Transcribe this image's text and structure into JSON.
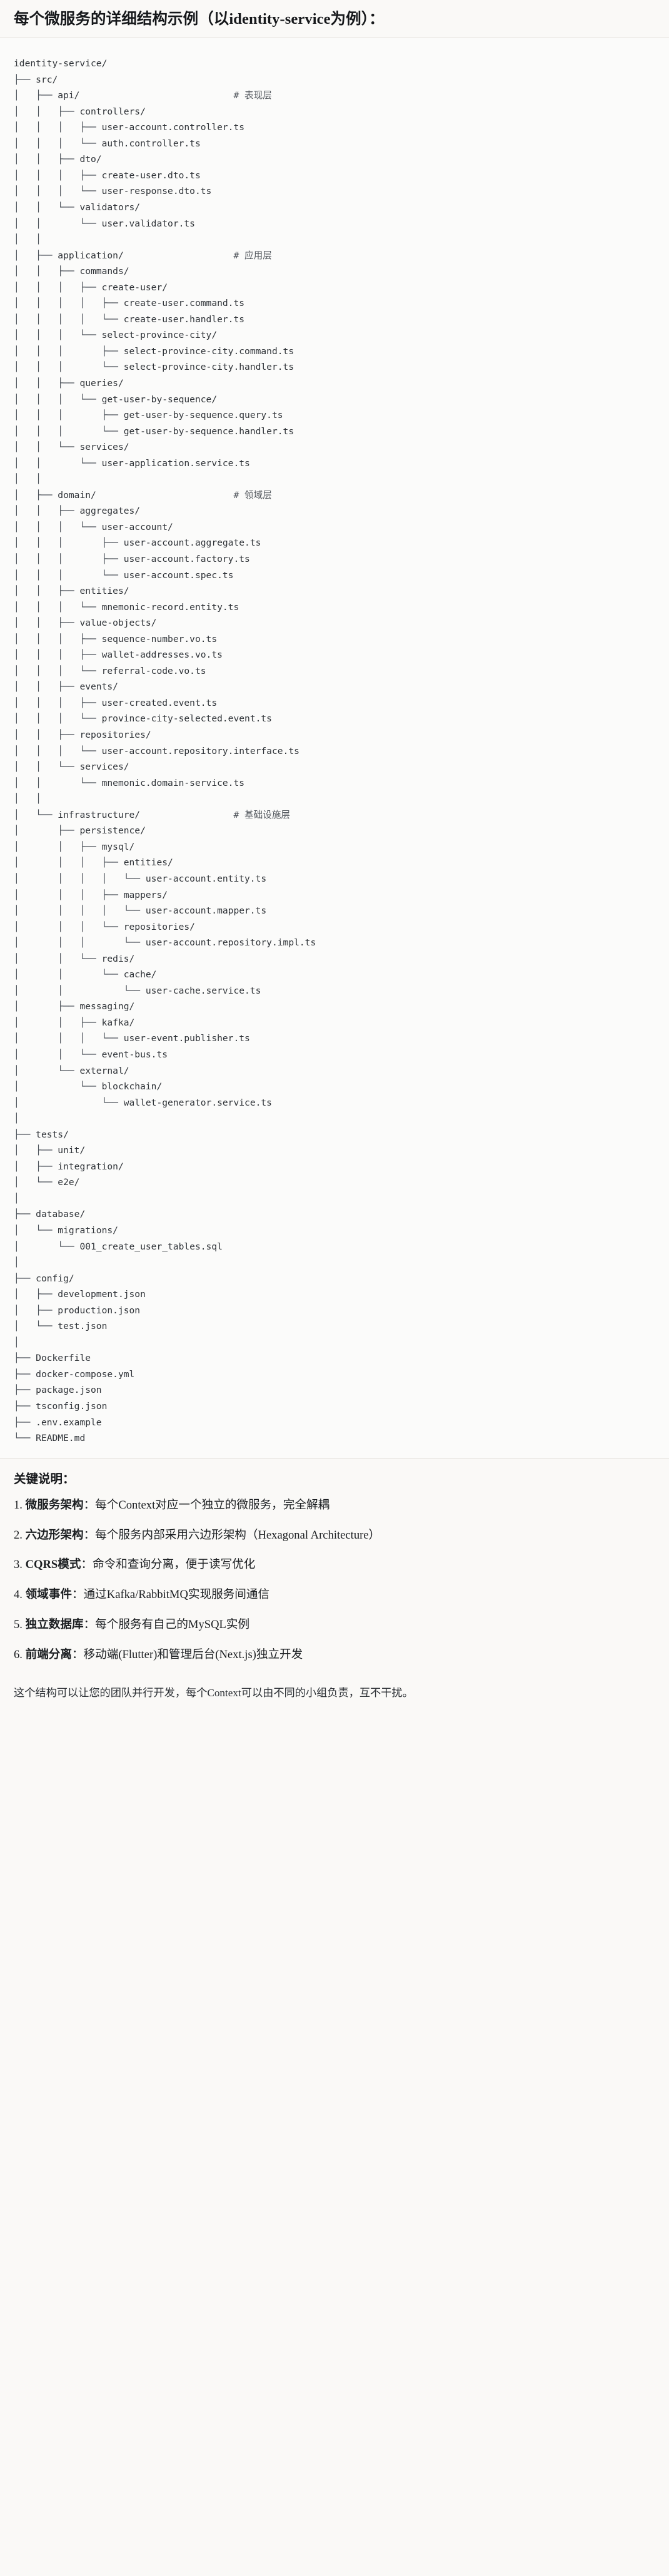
{
  "title": "每个微服务的详细结构示例（以identity-service为例）：",
  "tree": {
    "root": "identity-service/",
    "lines": [
      {
        "prefix": "",
        "name": "identity-service/",
        "comment": ""
      },
      {
        "prefix": "├── ",
        "name": "src/",
        "comment": ""
      },
      {
        "prefix": "│   ├── ",
        "name": "api/",
        "comment": "# 表现层"
      },
      {
        "prefix": "│   │   ├── ",
        "name": "controllers/",
        "comment": ""
      },
      {
        "prefix": "│   │   │   ├── ",
        "name": "user-account.controller.ts",
        "comment": ""
      },
      {
        "prefix": "│   │   │   └── ",
        "name": "auth.controller.ts",
        "comment": ""
      },
      {
        "prefix": "│   │   ├── ",
        "name": "dto/",
        "comment": ""
      },
      {
        "prefix": "│   │   │   ├── ",
        "name": "create-user.dto.ts",
        "comment": ""
      },
      {
        "prefix": "│   │   │   └── ",
        "name": "user-response.dto.ts",
        "comment": ""
      },
      {
        "prefix": "│   │   └── ",
        "name": "validators/",
        "comment": ""
      },
      {
        "prefix": "│   │       └── ",
        "name": "user.validator.ts",
        "comment": ""
      },
      {
        "prefix": "│   │",
        "name": "",
        "comment": ""
      },
      {
        "prefix": "│   ├── ",
        "name": "application/",
        "comment": "# 应用层"
      },
      {
        "prefix": "│   │   ├── ",
        "name": "commands/",
        "comment": ""
      },
      {
        "prefix": "│   │   │   ├── ",
        "name": "create-user/",
        "comment": ""
      },
      {
        "prefix": "│   │   │   │   ├── ",
        "name": "create-user.command.ts",
        "comment": ""
      },
      {
        "prefix": "│   │   │   │   └── ",
        "name": "create-user.handler.ts",
        "comment": ""
      },
      {
        "prefix": "│   │   │   └── ",
        "name": "select-province-city/",
        "comment": ""
      },
      {
        "prefix": "│   │   │       ├── ",
        "name": "select-province-city.command.ts",
        "comment": ""
      },
      {
        "prefix": "│   │   │       └── ",
        "name": "select-province-city.handler.ts",
        "comment": ""
      },
      {
        "prefix": "│   │   ├── ",
        "name": "queries/",
        "comment": ""
      },
      {
        "prefix": "│   │   │   └── ",
        "name": "get-user-by-sequence/",
        "comment": ""
      },
      {
        "prefix": "│   │   │       ├── ",
        "name": "get-user-by-sequence.query.ts",
        "comment": ""
      },
      {
        "prefix": "│   │   │       └── ",
        "name": "get-user-by-sequence.handler.ts",
        "comment": ""
      },
      {
        "prefix": "│   │   └── ",
        "name": "services/",
        "comment": ""
      },
      {
        "prefix": "│   │       └── ",
        "name": "user-application.service.ts",
        "comment": ""
      },
      {
        "prefix": "│   │",
        "name": "",
        "comment": ""
      },
      {
        "prefix": "│   ├── ",
        "name": "domain/",
        "comment": "# 领域层"
      },
      {
        "prefix": "│   │   ├── ",
        "name": "aggregates/",
        "comment": ""
      },
      {
        "prefix": "│   │   │   └── ",
        "name": "user-account/",
        "comment": ""
      },
      {
        "prefix": "│   │   │       ├── ",
        "name": "user-account.aggregate.ts",
        "comment": ""
      },
      {
        "prefix": "│   │   │       ├── ",
        "name": "user-account.factory.ts",
        "comment": ""
      },
      {
        "prefix": "│   │   │       └── ",
        "name": "user-account.spec.ts",
        "comment": ""
      },
      {
        "prefix": "│   │   ├── ",
        "name": "entities/",
        "comment": ""
      },
      {
        "prefix": "│   │   │   └── ",
        "name": "mnemonic-record.entity.ts",
        "comment": ""
      },
      {
        "prefix": "│   │   ├── ",
        "name": "value-objects/",
        "comment": ""
      },
      {
        "prefix": "│   │   │   ├── ",
        "name": "sequence-number.vo.ts",
        "comment": ""
      },
      {
        "prefix": "│   │   │   ├── ",
        "name": "wallet-addresses.vo.ts",
        "comment": ""
      },
      {
        "prefix": "│   │   │   └── ",
        "name": "referral-code.vo.ts",
        "comment": ""
      },
      {
        "prefix": "│   │   ├── ",
        "name": "events/",
        "comment": ""
      },
      {
        "prefix": "│   │   │   ├── ",
        "name": "user-created.event.ts",
        "comment": ""
      },
      {
        "prefix": "│   │   │   └── ",
        "name": "province-city-selected.event.ts",
        "comment": ""
      },
      {
        "prefix": "│   │   ├── ",
        "name": "repositories/",
        "comment": ""
      },
      {
        "prefix": "│   │   │   └── ",
        "name": "user-account.repository.interface.ts",
        "comment": ""
      },
      {
        "prefix": "│   │   └── ",
        "name": "services/",
        "comment": ""
      },
      {
        "prefix": "│   │       └── ",
        "name": "mnemonic.domain-service.ts",
        "comment": ""
      },
      {
        "prefix": "│   │",
        "name": "",
        "comment": ""
      },
      {
        "prefix": "│   └── ",
        "name": "infrastructure/",
        "comment": "# 基础设施层"
      },
      {
        "prefix": "│       ├── ",
        "name": "persistence/",
        "comment": ""
      },
      {
        "prefix": "│       │   ├── ",
        "name": "mysql/",
        "comment": ""
      },
      {
        "prefix": "│       │   │   ├── ",
        "name": "entities/",
        "comment": ""
      },
      {
        "prefix": "│       │   │   │   └── ",
        "name": "user-account.entity.ts",
        "comment": ""
      },
      {
        "prefix": "│       │   │   ├── ",
        "name": "mappers/",
        "comment": ""
      },
      {
        "prefix": "│       │   │   │   └── ",
        "name": "user-account.mapper.ts",
        "comment": ""
      },
      {
        "prefix": "│       │   │   └── ",
        "name": "repositories/",
        "comment": ""
      },
      {
        "prefix": "│       │   │       └── ",
        "name": "user-account.repository.impl.ts",
        "comment": ""
      },
      {
        "prefix": "│       │   └── ",
        "name": "redis/",
        "comment": ""
      },
      {
        "prefix": "│       │       └── ",
        "name": "cache/",
        "comment": ""
      },
      {
        "prefix": "│       │           └── ",
        "name": "user-cache.service.ts",
        "comment": ""
      },
      {
        "prefix": "│       ├── ",
        "name": "messaging/",
        "comment": ""
      },
      {
        "prefix": "│       │   ├── ",
        "name": "kafka/",
        "comment": ""
      },
      {
        "prefix": "│       │   │   └── ",
        "name": "user-event.publisher.ts",
        "comment": ""
      },
      {
        "prefix": "│       │   └── ",
        "name": "event-bus.ts",
        "comment": ""
      },
      {
        "prefix": "│       └── ",
        "name": "external/",
        "comment": ""
      },
      {
        "prefix": "│           └── ",
        "name": "blockchain/",
        "comment": ""
      },
      {
        "prefix": "│               └── ",
        "name": "wallet-generator.service.ts",
        "comment": ""
      },
      {
        "prefix": "│",
        "name": "",
        "comment": ""
      },
      {
        "prefix": "├── ",
        "name": "tests/",
        "comment": ""
      },
      {
        "prefix": "│   ├── ",
        "name": "unit/",
        "comment": ""
      },
      {
        "prefix": "│   ├── ",
        "name": "integration/",
        "comment": ""
      },
      {
        "prefix": "│   └── ",
        "name": "e2e/",
        "comment": ""
      },
      {
        "prefix": "│",
        "name": "",
        "comment": ""
      },
      {
        "prefix": "├── ",
        "name": "database/",
        "comment": ""
      },
      {
        "prefix": "│   └── ",
        "name": "migrations/",
        "comment": ""
      },
      {
        "prefix": "│       └── ",
        "name": "001_create_user_tables.sql",
        "comment": ""
      },
      {
        "prefix": "│",
        "name": "",
        "comment": ""
      },
      {
        "prefix": "├── ",
        "name": "config/",
        "comment": ""
      },
      {
        "prefix": "│   ├── ",
        "name": "development.json",
        "comment": ""
      },
      {
        "prefix": "│   ├── ",
        "name": "production.json",
        "comment": ""
      },
      {
        "prefix": "│   └── ",
        "name": "test.json",
        "comment": ""
      },
      {
        "prefix": "│",
        "name": "",
        "comment": ""
      },
      {
        "prefix": "├── ",
        "name": "Dockerfile",
        "comment": ""
      },
      {
        "prefix": "├── ",
        "name": "docker-compose.yml",
        "comment": ""
      },
      {
        "prefix": "├── ",
        "name": "package.json",
        "comment": ""
      },
      {
        "prefix": "├── ",
        "name": "tsconfig.json",
        "comment": ""
      },
      {
        "prefix": "├── ",
        "name": ".env.example",
        "comment": ""
      },
      {
        "prefix": "└── ",
        "name": "README.md",
        "comment": ""
      }
    ]
  },
  "notes": {
    "heading": "关键说明：",
    "items": [
      {
        "num": "1. ",
        "lead": "微服务架构",
        "rest": "：每个Context对应一个独立的微服务，完全解耦"
      },
      {
        "num": "2. ",
        "lead": "六边形架构",
        "rest": "：每个服务内部采用六边形架构（Hexagonal Architecture）"
      },
      {
        "num": "3. ",
        "lead": "CQRS模式",
        "rest": "：命令和查询分离，便于读写优化"
      },
      {
        "num": "4. ",
        "lead": "领域事件",
        "rest": "：通过Kafka/RabbitMQ实现服务间通信"
      },
      {
        "num": "5. ",
        "lead": "独立数据库",
        "rest": "：每个服务有自己的MySQL实例"
      },
      {
        "num": "6. ",
        "lead": "前端分离",
        "rest": "：移动端(Flutter)和管理后台(Next.js)独立开发"
      }
    ],
    "closing": "这个结构可以让您的团队并行开发，每个Context可以由不同的小组负责，互不干扰。"
  },
  "colors": {
    "page_bg": "#faf9f7",
    "code_bg": "#fbfbfa",
    "rule": "#e3e0db",
    "text": "#1f2328",
    "code_text": "#30343a"
  }
}
